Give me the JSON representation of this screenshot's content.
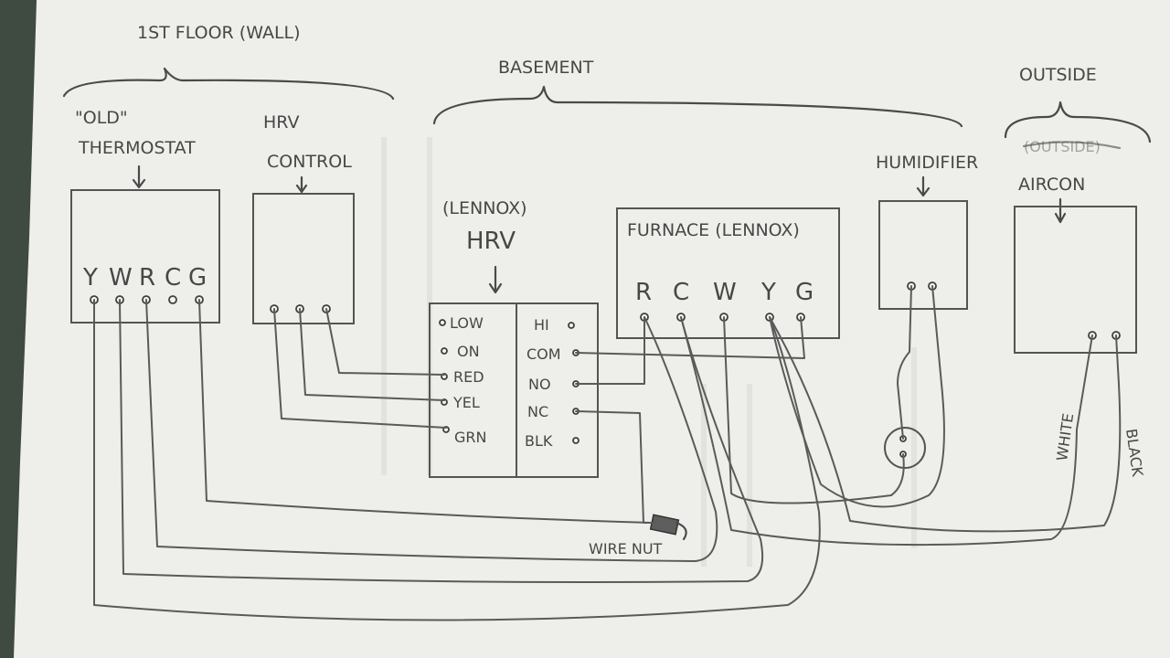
{
  "locations": {
    "first_floor": "1ST FLOOR (WALL)",
    "basement": "BASEMENT",
    "outside": "OUTSIDE",
    "outside_crossed": "(OUTSIDE)"
  },
  "thermostat": {
    "title_line1": "\"OLD\"",
    "title_line2": "THERMOSTAT",
    "terminals": [
      "Y",
      "W",
      "R",
      "C",
      "G"
    ]
  },
  "hrv_control": {
    "title_line1": "HRV",
    "title_line2": "CONTROL"
  },
  "hrv": {
    "title_line1": "(LENNOX)",
    "title_line2": "HRV",
    "left_terminals": [
      "LOW",
      "ON",
      "RED",
      "YEL",
      "GRN"
    ],
    "right_terminals": [
      "HI",
      "COM",
      "NO",
      "NC",
      "BLK"
    ]
  },
  "furnace": {
    "title": "FURNACE (LENNOX)",
    "terminals": [
      "R",
      "C",
      "W",
      "Y",
      "G"
    ]
  },
  "humidifier": {
    "title": "HUMIDIFIER"
  },
  "aircon": {
    "title": "AIRCON"
  },
  "wire_labels": {
    "wire_nut": "WIRE NUT",
    "white": "WHITE",
    "black": "BLACK"
  }
}
